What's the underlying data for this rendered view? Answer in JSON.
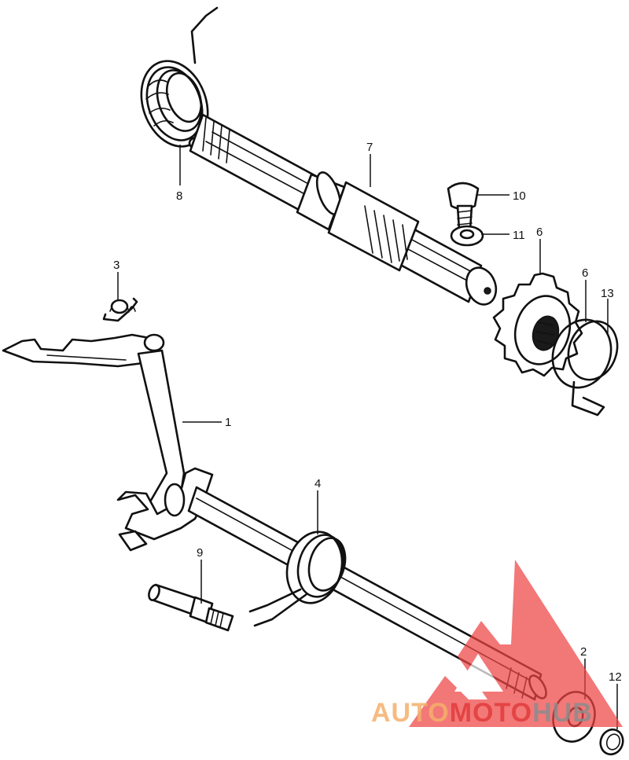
{
  "diagram": {
    "callouts": [
      "1",
      "2",
      "3",
      "4",
      "6",
      "6",
      "7",
      "8",
      "9",
      "10",
      "11",
      "12",
      "13"
    ]
  },
  "watermark": {
    "text_orange": "AUTO",
    "text_red": "MOTO",
    "text_gray": "HUB",
    "colors": {
      "orange": "#f5b06a",
      "red": "#e23b3b",
      "gray": "#8c8c8c",
      "triangle": "#ee4444"
    }
  }
}
